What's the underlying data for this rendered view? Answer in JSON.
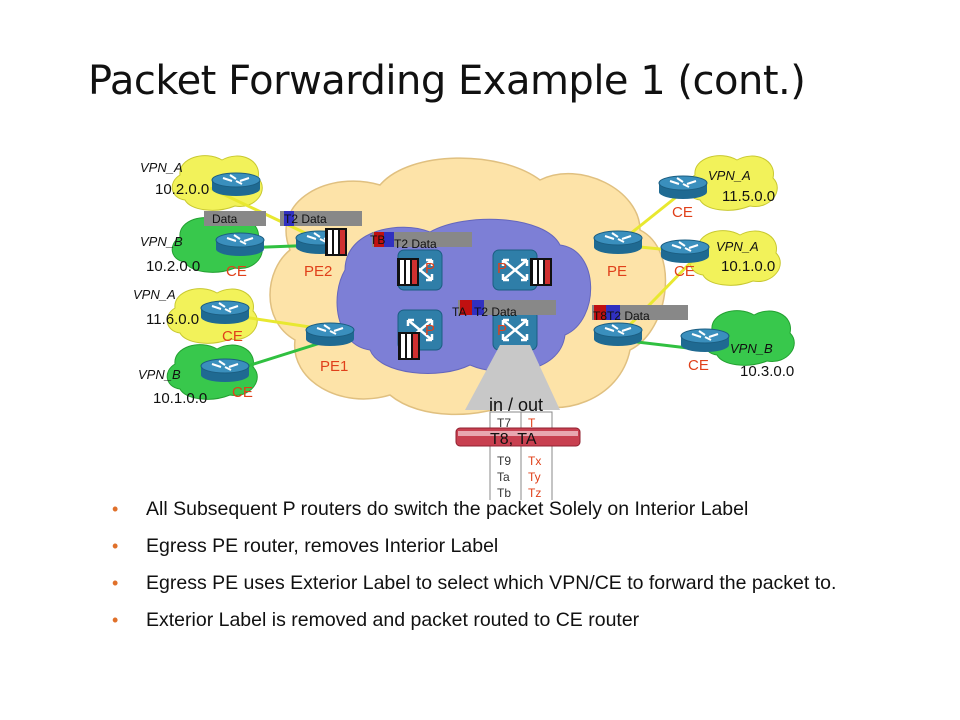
{
  "title": "Packet Forwarding Example 1 (cont.)",
  "colors": {
    "cloud_big": "#fde3a8",
    "cloud_core": "#7d7fd6",
    "cloud_site": "#f2f25a",
    "cloud_site_b": "#38c84c",
    "router": "#2f7ea8",
    "label_text": "#e0401a",
    "bullet": "#e0702a"
  },
  "sites_left": [
    {
      "vpn": "VPN_A",
      "net": "10.2.0.0"
    },
    {
      "vpn": "VPN_B",
      "net": "10.2.0.0"
    },
    {
      "vpn": "VPN_A",
      "net": "11.6.0.0"
    },
    {
      "vpn": "VPN_B",
      "net": "10.1.0.0"
    }
  ],
  "sites_right": [
    {
      "vpn": "VPN_A",
      "net": "11.5.0.0"
    },
    {
      "vpn": "VPN_A",
      "net": "10.1.0.0"
    },
    {
      "vpn": "VPN_B",
      "net": "10.3.0.0"
    }
  ],
  "router_labels": {
    "ce": "CE",
    "pe": "PE",
    "pe1": "PE1",
    "pe2": "PE2",
    "p": "P"
  },
  "packet_labels": {
    "data": "Data",
    "t2_data": "T2 Data",
    "tb": "TB",
    "ta": "TA",
    "t8": "T8"
  },
  "table": {
    "header": "in / out",
    "highlight": "T8, TA",
    "in": [
      "T7",
      "T9",
      "Ta",
      "Tb"
    ],
    "out": [
      "T",
      "Tx",
      "Ty",
      "Tz"
    ]
  },
  "bullets": [
    "All Subsequent P routers do switch the packet Solely on Interior Label",
    "Egress PE router, removes Interior Label",
    "Egress PE uses Exterior Label to select which VPN/CE to forward the packet to.",
    "Exterior Label is removed and packet routed to CE router"
  ]
}
